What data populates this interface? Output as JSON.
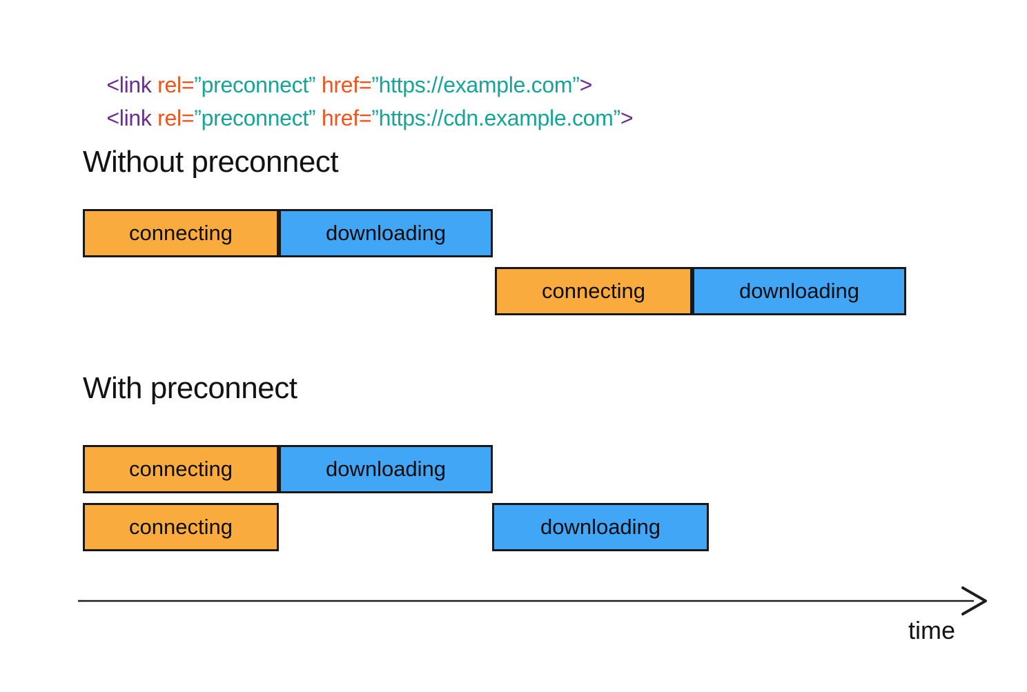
{
  "colors": {
    "bg": "#ffffff",
    "purple": "#6a2d91",
    "orange_code": "#f5531c",
    "teal": "#16a49a",
    "bar_orange": "#f9ac3d",
    "bar_blue": "#41a6f6",
    "bar_border": "#181818",
    "heading_text": "#121212",
    "axis": "#1e1e1e"
  },
  "code": {
    "lines": [
      {
        "tokens": [
          {
            "text": "<link"
          },
          {
            "text": " rel="
          },
          {
            "text": "”preconnect”"
          },
          {
            "text": " href="
          },
          {
            "text": "”https://example.com”"
          },
          {
            "text": ">"
          }
        ]
      },
      {
        "tokens": [
          {
            "text": "<link"
          },
          {
            "text": " rel="
          },
          {
            "text": "”preconnect”"
          },
          {
            "text": " href="
          },
          {
            "text": "”https://cdn.example.com”"
          },
          {
            "text": ">"
          }
        ]
      }
    ]
  },
  "sections": [
    {
      "title": "Without preconnect",
      "rows": [
        {
          "bars": [
            {
              "label": "connecting"
            },
            {
              "label": "downloading"
            }
          ]
        },
        {
          "bars": [
            {
              "label": "connecting"
            },
            {
              "label": "downloading"
            }
          ]
        }
      ]
    },
    {
      "title": "With preconnect",
      "rows": [
        {
          "bars": [
            {
              "label": "connecting"
            },
            {
              "label": "downloading"
            }
          ]
        },
        {
          "bars": [
            {
              "label": "connecting"
            },
            {
              "label": "downloading"
            }
          ]
        }
      ]
    }
  ],
  "axis": {
    "label": "time"
  }
}
